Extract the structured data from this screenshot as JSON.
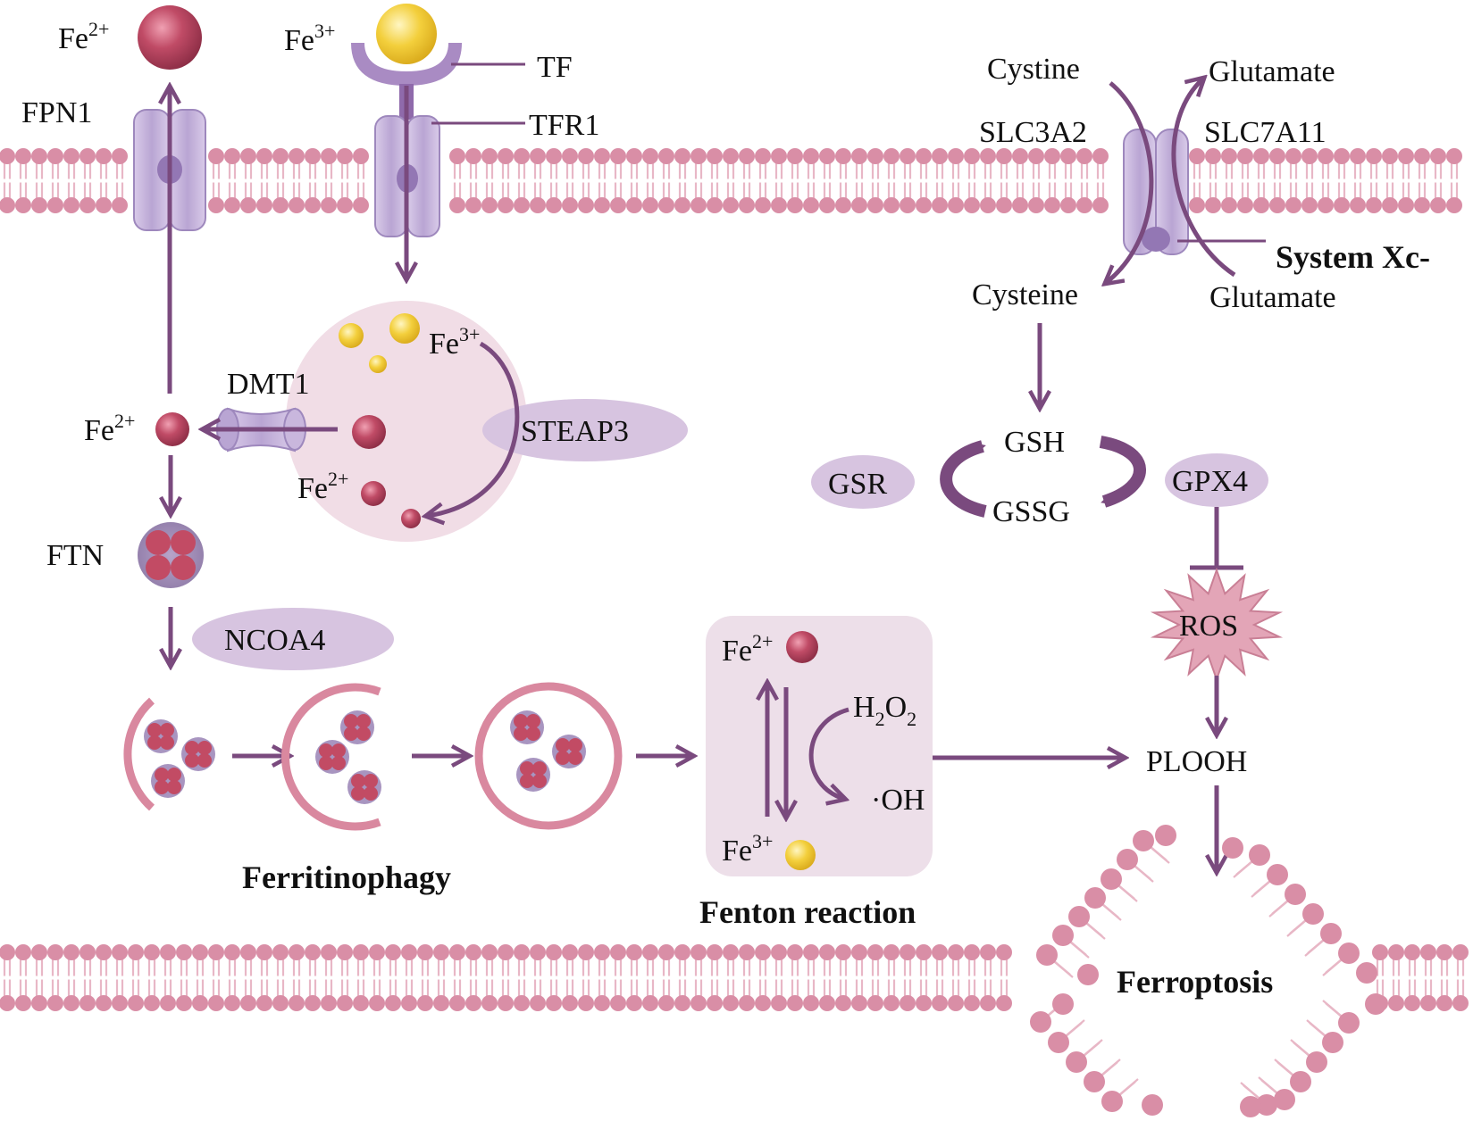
{
  "colors": {
    "arrow": "#7a4a7e",
    "membrane_head": "#d98ea6",
    "membrane_tail": "#e8b7c6",
    "fe2": "#b8435e",
    "fe3": "#f1c93a",
    "channel": "#c9b7dd",
    "enzyme": "#d7c4e0",
    "vesicle": "#f1dde6",
    "fenton_box": "#eddfe9",
    "ros": "#e3a5b7",
    "ferritin": "#c24b64",
    "autophagosome": "#d9889f"
  },
  "labels": {
    "fe2_top": "Fe",
    "fe2_sup": "2+",
    "fe3_top": "Fe",
    "fe3_sup": "3+",
    "tf": "TF",
    "fpn1": "FPN1",
    "tfr1": "TFR1",
    "cystine": "Cystine",
    "glutamate_top": "Glutamate",
    "slc3a2": "SLC3A2",
    "slc7a11": "SLC7A11",
    "system_xc": "System Xc-",
    "cysteine": "Cysteine",
    "glutamate_bottom": "Glutamate",
    "fe3_endosome": "Fe",
    "fe3_endosome_sup": "3+",
    "dmt1": "DMT1",
    "fe2_left": "Fe",
    "fe2_left_sup": "2+",
    "steap3": "STEAP3",
    "fe2_endosome": "Fe",
    "fe2_endosome_sup": "2+",
    "gsh": "GSH",
    "gsr": "GSR",
    "gssg": "GSSG",
    "gpx4": "GPX4",
    "ftn": "FTN",
    "ncoa4": "NCOA4",
    "ros": "ROS",
    "fenton_fe2": "Fe",
    "fenton_fe2_sup": "2+",
    "h2o2_h": "H",
    "h2o2_sub1": "2",
    "h2o2_o": "O",
    "h2o2_sub2": "2",
    "oh": "·OH",
    "fenton_fe3": "Fe",
    "fenton_fe3_sup": "3+",
    "plooh": "PLOOH",
    "ferritinophagy": "Ferritinophagy",
    "fenton_reaction": "Fenton reaction",
    "ferroptosis": "Ferroptosis"
  }
}
